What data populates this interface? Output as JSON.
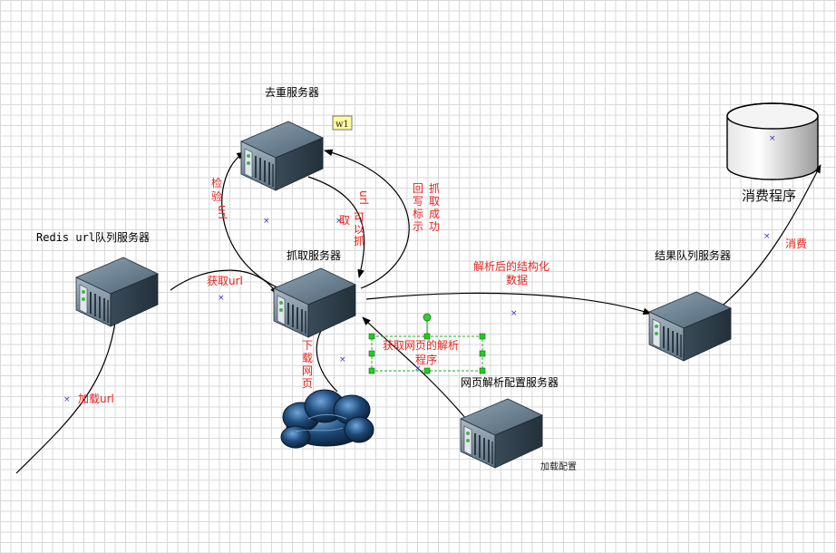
{
  "nodes": {
    "dedup": {
      "label": "去重服务器"
    },
    "redis": {
      "label": "Redis url队列服务器"
    },
    "crawl": {
      "label": "抓取服务器"
    },
    "result": {
      "label": "结果队列服务器"
    },
    "parse_cfg": {
      "label": "网页解析配置服务器",
      "sub_label": "加载配置"
    },
    "consumer": {
      "label": "消费程序"
    }
  },
  "edges": {
    "check_url": [
      "检",
      "验",
      "url"
    ],
    "url_ok": [
      "url",
      "可",
      "以",
      "抓",
      "取"
    ],
    "writeback": [
      [
        "回",
        "写",
        "标",
        "示"
      ],
      [
        "抓",
        "取",
        "成",
        "功"
      ]
    ],
    "get_url": "获取url",
    "parsed_data": [
      "解析后的结构化",
      "数据"
    ],
    "download_page": [
      "下",
      "载",
      "网",
      "页"
    ],
    "get_parser": [
      "获取网页的解析",
      "程序"
    ],
    "load_url": "加载url",
    "consume": "消费"
  },
  "page_badge": "w1"
}
